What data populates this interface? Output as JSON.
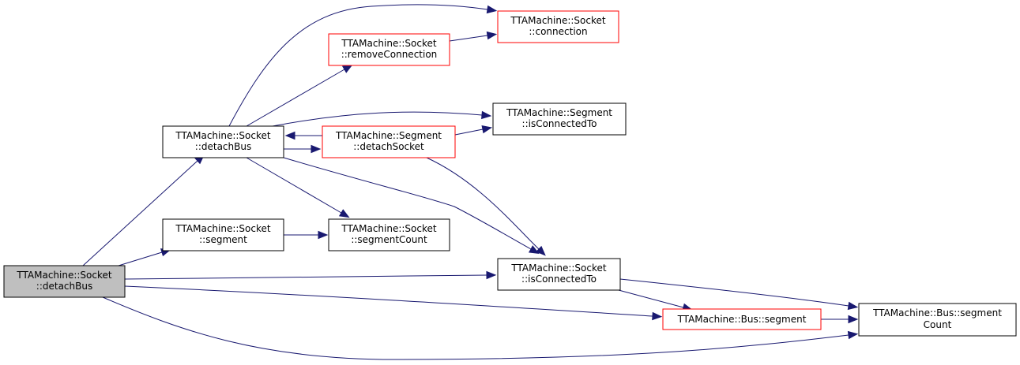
{
  "colors": {
    "edge": "#191970",
    "root_fill": "#bfbfbf",
    "normal_border": "#000000",
    "truncated_border": "#ff0000",
    "node_fill": "#ffffff"
  },
  "nodes": {
    "root": {
      "line1": "TTAMachine::Socket",
      "line2": "::detachBus",
      "style": "root"
    },
    "socket_detachbus": {
      "line1": "TTAMachine::Socket",
      "line2": "::detachBus",
      "style": "normal"
    },
    "socket_segment": {
      "line1": "TTAMachine::Socket",
      "line2": "::segment",
      "style": "normal"
    },
    "socket_isconnectedto": {
      "line1": "TTAMachine::Socket",
      "line2": "::isConnectedTo",
      "style": "normal"
    },
    "bus_segment": {
      "line1": "TTAMachine::Bus::segment",
      "line2": "",
      "style": "truncated"
    },
    "bus_segmentcount": {
      "line1": "TTAMachine::Bus::segment",
      "line2": "Count",
      "style": "normal"
    },
    "socket_connection": {
      "line1": "TTAMachine::Socket",
      "line2": "::connection",
      "style": "truncated"
    },
    "socket_removeconnection": {
      "line1": "TTAMachine::Socket",
      "line2": "::removeConnection",
      "style": "truncated"
    },
    "segment_isconnectedto": {
      "line1": "TTAMachine::Segment",
      "line2": "::isConnectedTo",
      "style": "normal"
    },
    "segment_detachsocket": {
      "line1": "TTAMachine::Segment",
      "line2": "::detachSocket",
      "style": "truncated"
    },
    "socket_segmentcount": {
      "line1": "TTAMachine::Socket",
      "line2": "::segmentCount",
      "style": "normal"
    }
  },
  "edges": [
    [
      "root",
      "socket_detachbus"
    ],
    [
      "root",
      "socket_segment"
    ],
    [
      "root",
      "socket_isconnectedto"
    ],
    [
      "root",
      "bus_segment"
    ],
    [
      "root",
      "bus_segmentcount"
    ],
    [
      "socket_detachbus",
      "socket_connection"
    ],
    [
      "socket_detachbus",
      "socket_removeconnection"
    ],
    [
      "socket_detachbus",
      "segment_isconnectedto"
    ],
    [
      "socket_detachbus",
      "segment_detachsocket"
    ],
    [
      "socket_detachbus",
      "socket_isconnectedto"
    ],
    [
      "socket_detachbus",
      "socket_segmentcount"
    ],
    [
      "socket_removeconnection",
      "socket_connection"
    ],
    [
      "segment_detachsocket",
      "socket_detachbus"
    ],
    [
      "segment_detachsocket",
      "segment_isconnectedto"
    ],
    [
      "segment_detachsocket",
      "socket_isconnectedto"
    ],
    [
      "socket_segment",
      "socket_segmentcount"
    ],
    [
      "socket_isconnectedto",
      "bus_segment"
    ],
    [
      "socket_isconnectedto",
      "bus_segmentcount"
    ],
    [
      "bus_segment",
      "bus_segmentcount"
    ]
  ]
}
